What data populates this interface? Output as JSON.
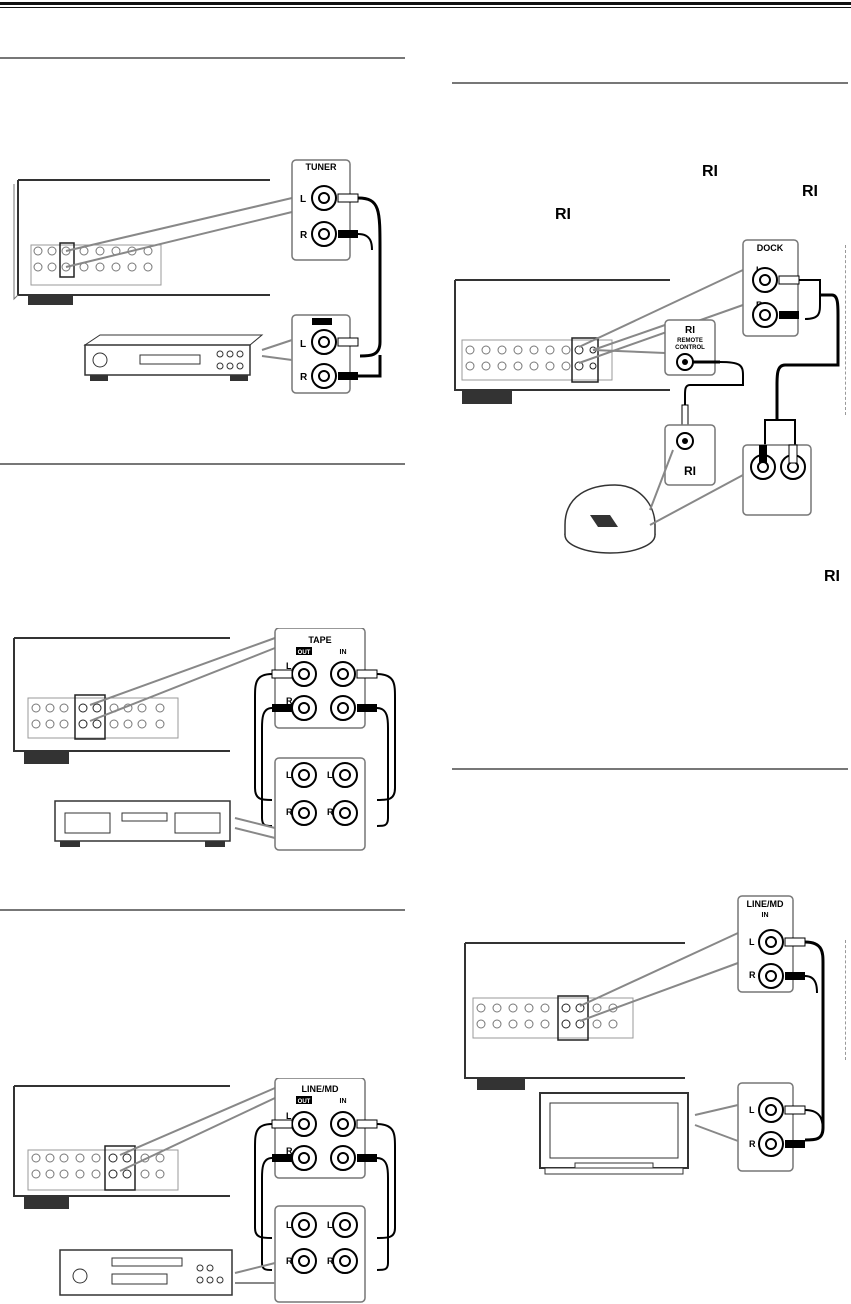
{
  "labels": {
    "tuner": "TUNER",
    "dock": "DOCK",
    "tape": "TAPE",
    "line_md": "LINE/MD",
    "in": "IN",
    "out": "OUT",
    "left": "L",
    "right": "R",
    "remote_control": "REMOTE\nCONTROL",
    "remote_control_line1": "REMOTE",
    "remote_control_line2": "CONTROL",
    "ri_logo": "RI"
  }
}
